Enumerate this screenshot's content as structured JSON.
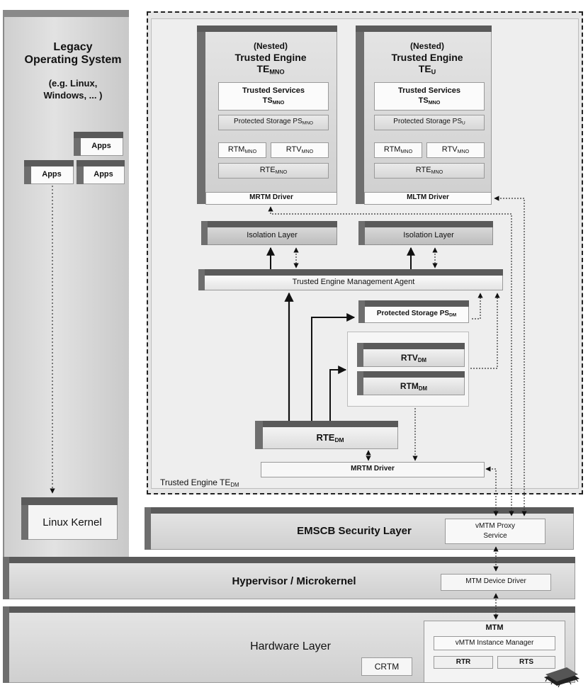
{
  "legacy": {
    "title_line1": "Legacy",
    "title_line2": "Operating System",
    "sub_line1": "(e.g. Linux,",
    "sub_line2": "Windows, ... )",
    "apps_label": "Apps",
    "kernel_label": "Linux Kernel"
  },
  "te_nested_mrtm": {
    "line1": "(Nested)",
    "line2": "Trusted Engine",
    "line3_main": "TE",
    "line3_sub": "MNO",
    "ts_main": "Trusted Services",
    "ts_sub_main": "TS",
    "ts_sub_sub": "MNO",
    "ps": "Protected Storage PS",
    "ps_sub": "MNO",
    "rtm": "RTM",
    "rtm_sub": "MNO",
    "rtv": "RTV",
    "rtv_sub": "MNO",
    "rte": "RTE",
    "rte_sub": "MNO",
    "driver": "MRTM Driver"
  },
  "te_nested_mltm": {
    "line1": "(Nested)",
    "line2": "Trusted Engine",
    "line3_main": "TE",
    "line3_sub": "U",
    "ts_main": "Trusted Services",
    "ts_sub_main": "TS",
    "ts_sub_sub": "MNO",
    "ps": "Protected Storage PS",
    "ps_sub": "U",
    "rtm": "RTM",
    "rtm_sub": "MNO",
    "rtv": "RTV",
    "rtv_sub": "MNO",
    "rte": "RTE",
    "rte_sub": "MNO",
    "driver": "MLTM Driver"
  },
  "isolation_left": "Isolation Layer",
  "isolation_right": "Isolation Layer",
  "tema": "Trusted Engine Management Agent",
  "ps_dm": "Protected Storage PS",
  "ps_dm_sub": "DM",
  "rtv_dm": "RTV",
  "rtv_dm_sub": "DM",
  "rtm_dm": "RTM",
  "rtm_dm_sub": "DM",
  "rte_dm": "RTE",
  "rte_dm_sub": "DM",
  "mrtm_driver_bottom": "MRTM Driver",
  "te_dm_label": "Trusted Engine TE",
  "te_dm_label_sub": "DM",
  "emscb": "EMSCB Security Layer",
  "vmtm_proxy_line1": "vMTM Proxy",
  "vmtm_proxy_line2": "Service",
  "hypervisor": "Hypervisor / Microkernel",
  "mtm_device_driver": "MTM Device Driver",
  "hardware": "Hardware Layer",
  "crtm": "CRTM",
  "mtm": "MTM",
  "vmtm_instance_manager": "vMTM Instance Manager",
  "rtr": "RTR",
  "rts": "RTS"
}
